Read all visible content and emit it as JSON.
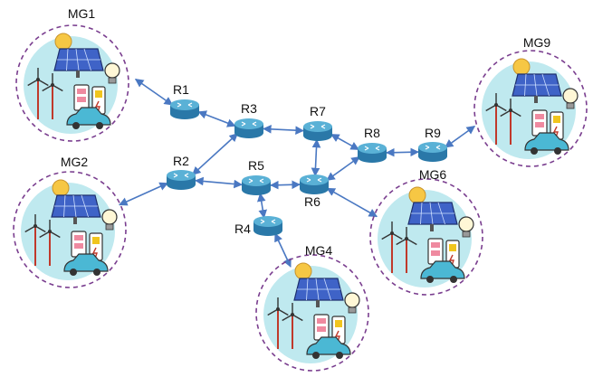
{
  "colors": {
    "link": "#4a78c2",
    "router_top": "#5ab1d6",
    "router_body": "#2a78a8",
    "cluster_bg": "#bfe9ef",
    "cluster_border": "#7a3e8f",
    "panel": "#3f63c7",
    "sun": "#f6c744",
    "house": "#ef8aa0",
    "car": "#4bb8d4",
    "bolt": "#f0c51e"
  },
  "routers": [
    {
      "id": "R1",
      "label": "R1"
    },
    {
      "id": "R2",
      "label": "R2"
    },
    {
      "id": "R3",
      "label": "R3"
    },
    {
      "id": "R4",
      "label": "R4"
    },
    {
      "id": "R5",
      "label": "R5"
    },
    {
      "id": "R6",
      "label": "R6"
    },
    {
      "id": "R7",
      "label": "R7"
    },
    {
      "id": "R8",
      "label": "R8"
    },
    {
      "id": "R9",
      "label": "R9"
    }
  ],
  "microgrids": [
    {
      "id": "MG1",
      "label": "MG1"
    },
    {
      "id": "MG2",
      "label": "MG2"
    },
    {
      "id": "MG4",
      "label": "MG4"
    },
    {
      "id": "MG6",
      "label": "MG6"
    },
    {
      "id": "MG9",
      "label": "MG9"
    }
  ],
  "links": [
    {
      "from": "MG1",
      "to": "R1"
    },
    {
      "from": "R1",
      "to": "R3"
    },
    {
      "from": "MG2",
      "to": "R2"
    },
    {
      "from": "R2",
      "to": "R3"
    },
    {
      "from": "R2",
      "to": "R5"
    },
    {
      "from": "R3",
      "to": "R7"
    },
    {
      "from": "R5",
      "to": "R6"
    },
    {
      "from": "R5",
      "to": "R4"
    },
    {
      "from": "R4",
      "to": "MG4"
    },
    {
      "from": "R7",
      "to": "R6"
    },
    {
      "from": "R7",
      "to": "R8"
    },
    {
      "from": "R6",
      "to": "R8"
    },
    {
      "from": "R6",
      "to": "MG6"
    },
    {
      "from": "R8",
      "to": "R9"
    },
    {
      "from": "R9",
      "to": "MG9"
    }
  ]
}
